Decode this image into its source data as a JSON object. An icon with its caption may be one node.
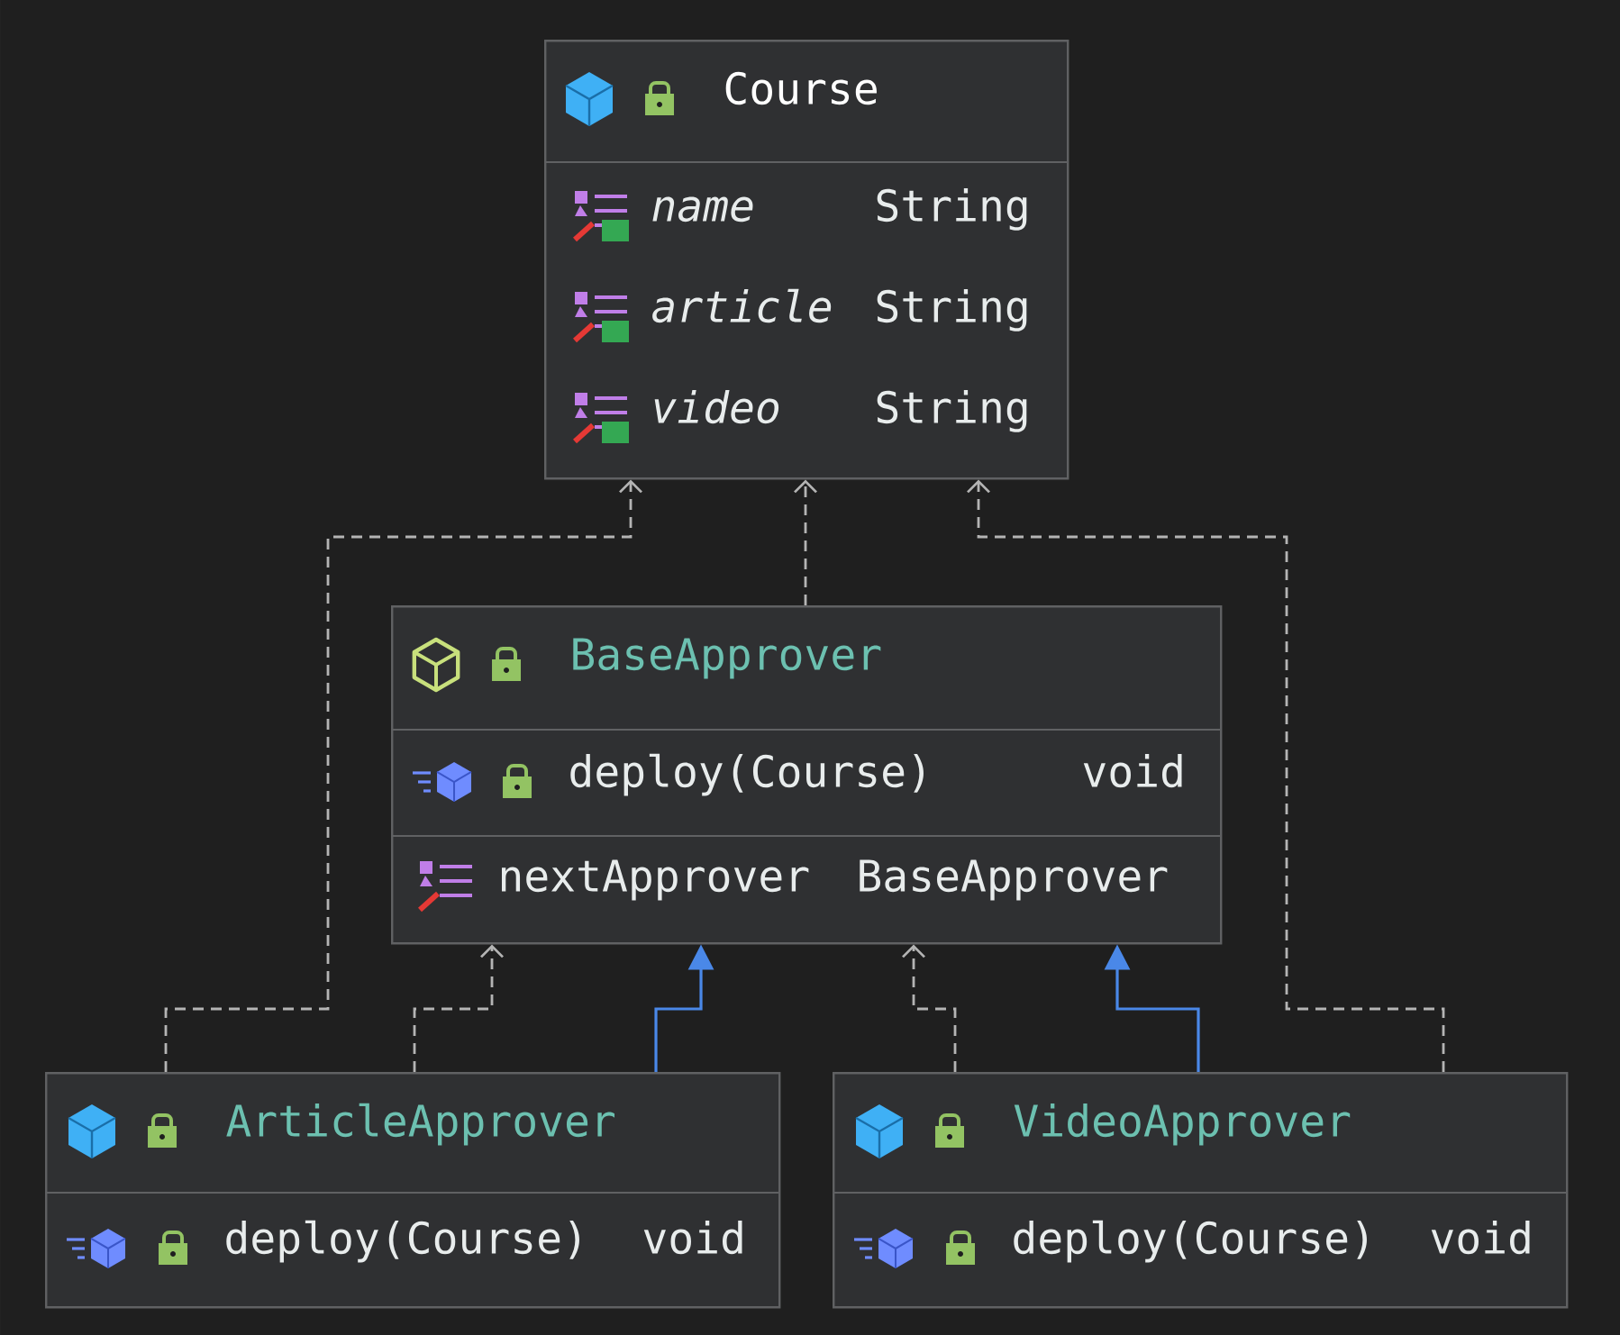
{
  "diagram": {
    "nodes": [
      {
        "text": [
          "Course",
          "name",
          "String",
          "article",
          "String",
          "video",
          "String"
        ]
      },
      {
        "text": [
          "BaseApprover",
          "deploy(Course)",
          "void",
          "nextApprover",
          "BaseApprover"
        ]
      },
      {
        "text": [
          "ArticleApprover",
          "deploy(Course)",
          "void"
        ]
      },
      {
        "text": [
          "VideoApprover",
          "deploy(Course)",
          "void"
        ]
      }
    ],
    "edges": [
      {
        "from": 1,
        "to": 0,
        "arrow": "to",
        "style": "dashed"
      },
      {
        "from": 2,
        "to": 0,
        "arrow": "to",
        "style": "dashed"
      },
      {
        "from": 3,
        "to": 0,
        "arrow": "to",
        "style": "dashed"
      },
      {
        "from": 2,
        "to": 1,
        "arrow": "to",
        "style": "dashed"
      },
      {
        "from": 2,
        "to": 1,
        "arrow": "to",
        "color": "#4a88e8"
      },
      {
        "from": 3,
        "to": 1,
        "arrow": "to",
        "style": "dashed"
      },
      {
        "from": 3,
        "to": 1,
        "arrow": "to",
        "color": "#4a88e8"
      }
    ]
  }
}
